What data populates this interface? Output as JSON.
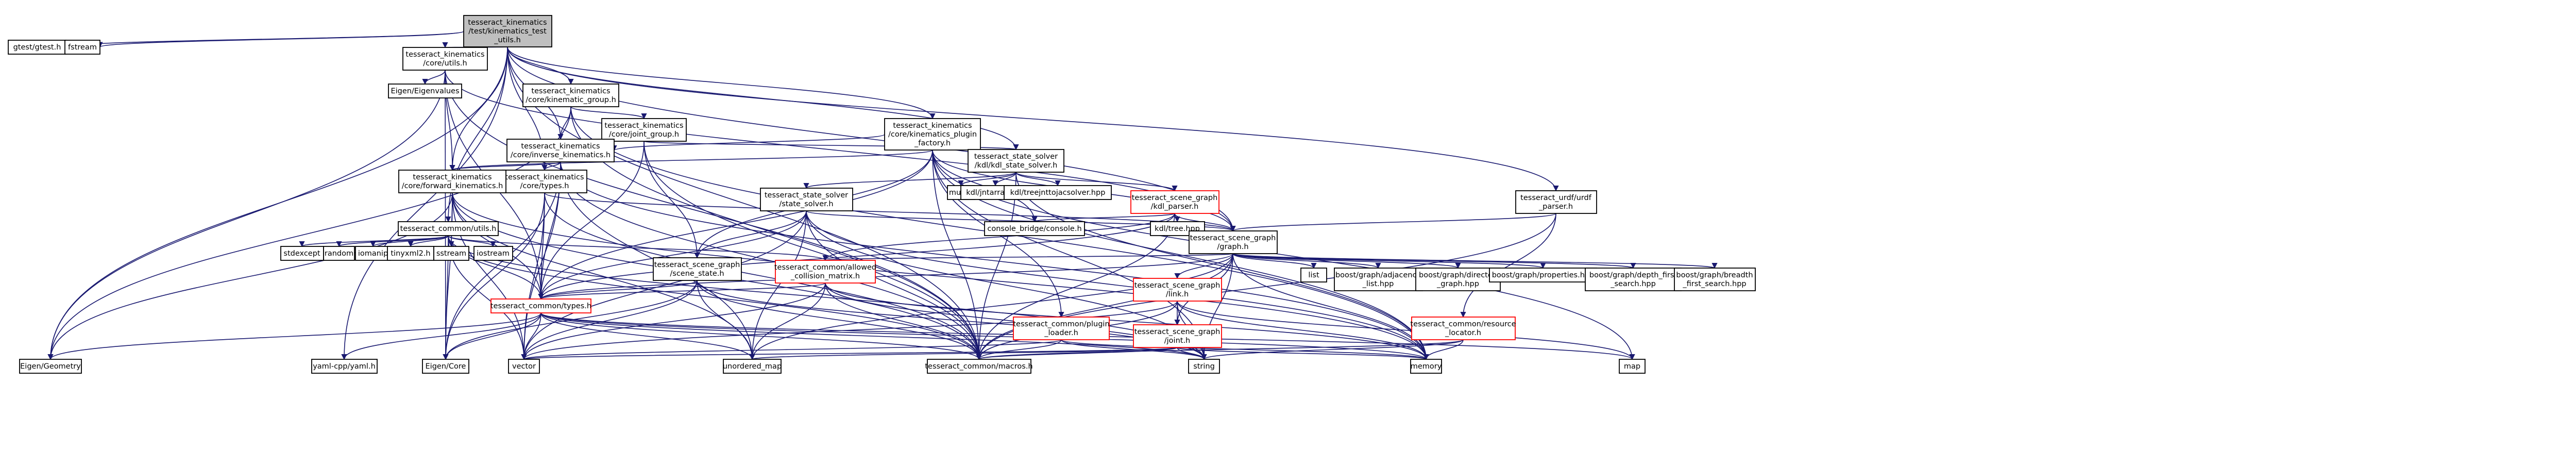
{
  "graph": {
    "root": "tesseract_kinematics/test/kinematics_test_utils.h",
    "style": {
      "edge_color": "#191970",
      "node_border": "#000000",
      "node_fill": "#ffffff",
      "root_fill": "#bfbfbf",
      "unresolved_border": "#ff0000"
    },
    "nodes": [
      {
        "id": "root",
        "lines": [
          "tesseract_kinematics",
          "/test/kinematics_test",
          "_utils.h"
        ],
        "kind": "root"
      },
      {
        "id": "gtest",
        "lines": [
          "gtest/gtest.h"
        ],
        "kind": "external"
      },
      {
        "id": "fstream",
        "lines": [
          "fstream"
        ],
        "kind": "external"
      },
      {
        "id": "core_utils",
        "lines": [
          "tesseract_kinematics",
          "/core/utils.h"
        ],
        "kind": "header"
      },
      {
        "id": "eigen_eigenvalues",
        "lines": [
          "Eigen/Eigenvalues"
        ],
        "kind": "external"
      },
      {
        "id": "kinematic_group",
        "lines": [
          "tesseract_kinematics",
          "/core/kinematic_group.h"
        ],
        "kind": "header"
      },
      {
        "id": "joint_group",
        "lines": [
          "tesseract_kinematics",
          "/core/joint_group.h"
        ],
        "kind": "header"
      },
      {
        "id": "kin_factory",
        "lines": [
          "tesseract_kinematics",
          "/core/kinematics_plugin",
          "_factory.h"
        ],
        "kind": "header"
      },
      {
        "id": "inverse_kin",
        "lines": [
          "tesseract_kinematics",
          "/core/inverse_kinematics.h"
        ],
        "kind": "header"
      },
      {
        "id": "core_types",
        "lines": [
          "tesseract_kinematics",
          "/core/types.h"
        ],
        "kind": "header"
      },
      {
        "id": "forward_kin",
        "lines": [
          "tesseract_kinematics",
          "/core/forward_kinematics.h"
        ],
        "kind": "header"
      },
      {
        "id": "kdl_solver",
        "lines": [
          "tesseract_state_solver",
          "/kdl/kdl_state_solver.h"
        ],
        "kind": "header"
      },
      {
        "id": "mutex",
        "lines": [
          "mutex"
        ],
        "kind": "external"
      },
      {
        "id": "kdl_jntarray",
        "lines": [
          "kdl/jntarray.hpp"
        ],
        "kind": "external"
      },
      {
        "id": "kdl_treejnt",
        "lines": [
          "kdl/treejnttojacsolver.hpp"
        ],
        "kind": "external"
      },
      {
        "id": "kdl_parser",
        "lines": [
          "tesseract_scene_graph",
          "/kdl_parser.h"
        ],
        "kind": "unresolved"
      },
      {
        "id": "state_solver",
        "lines": [
          "tesseract_state_solver",
          "/state_solver.h"
        ],
        "kind": "header"
      },
      {
        "id": "urdf_parser",
        "lines": [
          "tesseract_urdf/urdf",
          "_parser.h"
        ],
        "kind": "header"
      },
      {
        "id": "common_utils",
        "lines": [
          "tesseract_common/utils.h"
        ],
        "kind": "header"
      },
      {
        "id": "console_bridge",
        "lines": [
          "console_bridge/console.h"
        ],
        "kind": "external"
      },
      {
        "id": "kdl_tree",
        "lines": [
          "kdl/tree.hpp"
        ],
        "kind": "external"
      },
      {
        "id": "sg_graph",
        "lines": [
          "tesseract_scene_graph",
          "/graph.h"
        ],
        "kind": "header"
      },
      {
        "id": "sg_scene_state",
        "lines": [
          "tesseract_scene_graph",
          "/scene_state.h"
        ],
        "kind": "header"
      },
      {
        "id": "allowed_collision",
        "lines": [
          "tesseract_common/allowed",
          "_collision_matrix.h"
        ],
        "kind": "unresolved"
      },
      {
        "id": "common_types",
        "lines": [
          "tesseract_common/types.h"
        ],
        "kind": "unresolved"
      },
      {
        "id": "plugin_loader",
        "lines": [
          "tesseract_common/plugin",
          "_loader.h"
        ],
        "kind": "unresolved"
      },
      {
        "id": "resource_locator",
        "lines": [
          "tesseract_common/resource",
          "_locator.h"
        ],
        "kind": "unresolved"
      },
      {
        "id": "sg_link",
        "lines": [
          "tesseract_scene_graph",
          "/link.h"
        ],
        "kind": "unresolved"
      },
      {
        "id": "sg_joint",
        "lines": [
          "tesseract_scene_graph",
          "/joint.h"
        ],
        "kind": "unresolved"
      },
      {
        "id": "stdexcept",
        "lines": [
          "stdexcept"
        ],
        "kind": "external"
      },
      {
        "id": "random",
        "lines": [
          "random"
        ],
        "kind": "external"
      },
      {
        "id": "iomanip",
        "lines": [
          "iomanip"
        ],
        "kind": "external"
      },
      {
        "id": "tinyxml2",
        "lines": [
          "tinyxml2.h"
        ],
        "kind": "external"
      },
      {
        "id": "sstream",
        "lines": [
          "sstream"
        ],
        "kind": "external"
      },
      {
        "id": "iostream",
        "lines": [
          "iostream"
        ],
        "kind": "external"
      },
      {
        "id": "list",
        "lines": [
          "list"
        ],
        "kind": "external"
      },
      {
        "id": "boost_adj",
        "lines": [
          "boost/graph/adjacency",
          "_list.hpp"
        ],
        "kind": "external"
      },
      {
        "id": "boost_directed",
        "lines": [
          "boost/graph/directed",
          "_graph.hpp"
        ],
        "kind": "external"
      },
      {
        "id": "boost_properties",
        "lines": [
          "boost/graph/properties.hpp"
        ],
        "kind": "external"
      },
      {
        "id": "boost_dfs",
        "lines": [
          "boost/graph/depth_first",
          "_search.hpp"
        ],
        "kind": "external"
      },
      {
        "id": "boost_bfs",
        "lines": [
          "boost/graph/breadth",
          "_first_search.hpp"
        ],
        "kind": "external"
      },
      {
        "id": "eigen_geometry",
        "lines": [
          "Eigen/Geometry"
        ],
        "kind": "external"
      },
      {
        "id": "yaml_cpp",
        "lines": [
          "yaml-cpp/yaml.h"
        ],
        "kind": "external"
      },
      {
        "id": "eigen_core",
        "lines": [
          "Eigen/Core"
        ],
        "kind": "external"
      },
      {
        "id": "vector",
        "lines": [
          "vector"
        ],
        "kind": "external"
      },
      {
        "id": "unordered_map",
        "lines": [
          "unordered_map"
        ],
        "kind": "external"
      },
      {
        "id": "macros",
        "lines": [
          "tesseract_common/macros.h"
        ],
        "kind": "external"
      },
      {
        "id": "string",
        "lines": [
          "string"
        ],
        "kind": "external"
      },
      {
        "id": "memory",
        "lines": [
          "memory"
        ],
        "kind": "external"
      },
      {
        "id": "map",
        "lines": [
          "map"
        ],
        "kind": "external"
      }
    ],
    "edges": [
      [
        "root",
        "gtest"
      ],
      [
        "root",
        "fstream"
      ],
      [
        "root",
        "core_utils"
      ],
      [
        "root",
        "kinematic_group"
      ],
      [
        "root",
        "kin_factory"
      ],
      [
        "root",
        "inverse_kin"
      ],
      [
        "root",
        "core_types"
      ],
      [
        "root",
        "forward_kin"
      ],
      [
        "root",
        "kdl_solver"
      ],
      [
        "root",
        "urdf_parser"
      ],
      [
        "root",
        "common_utils"
      ],
      [
        "root",
        "sg_graph"
      ],
      [
        "root",
        "eigen_geometry"
      ],
      [
        "root",
        "yaml_cpp"
      ],
      [
        "root",
        "macros"
      ],
      [
        "core_utils",
        "eigen_eigenvalues"
      ],
      [
        "core_utils",
        "forward_kin"
      ],
      [
        "core_utils",
        "common_types"
      ],
      [
        "core_utils",
        "sg_graph"
      ],
      [
        "core_utils",
        "eigen_core"
      ],
      [
        "core_utils",
        "eigen_geometry"
      ],
      [
        "core_utils",
        "macros"
      ],
      [
        "kinematic_group",
        "joint_group"
      ],
      [
        "kinematic_group",
        "inverse_kin"
      ],
      [
        "kinematic_group",
        "eigen_geometry"
      ],
      [
        "kinematic_group",
        "macros"
      ],
      [
        "kinematic_group",
        "memory"
      ],
      [
        "joint_group",
        "kdl_solver"
      ],
      [
        "joint_group",
        "sg_scene_state"
      ],
      [
        "joint_group",
        "common_types"
      ],
      [
        "joint_group",
        "macros"
      ],
      [
        "kin_factory",
        "inverse_kin"
      ],
      [
        "kin_factory",
        "forward_kin"
      ],
      [
        "kin_factory",
        "sg_graph"
      ],
      [
        "kin_factory",
        "sg_scene_state"
      ],
      [
        "kin_factory",
        "plugin_loader"
      ],
      [
        "kin_factory",
        "common_types"
      ],
      [
        "kin_factory",
        "console_bridge"
      ],
      [
        "kin_factory",
        "macros"
      ],
      [
        "kin_factory",
        "memory"
      ],
      [
        "kin_factory",
        "map"
      ],
      [
        "kin_factory",
        "string"
      ],
      [
        "inverse_kin",
        "core_types"
      ],
      [
        "inverse_kin",
        "forward_kin"
      ],
      [
        "inverse_kin",
        "common_types"
      ],
      [
        "inverse_kin",
        "eigen_core"
      ],
      [
        "inverse_kin",
        "vector"
      ],
      [
        "inverse_kin",
        "unordered_map"
      ],
      [
        "inverse_kin",
        "memory"
      ],
      [
        "inverse_kin",
        "macros"
      ],
      [
        "core_types",
        "sg_graph"
      ],
      [
        "core_types",
        "common_types"
      ],
      [
        "core_types",
        "vector"
      ],
      [
        "core_types",
        "eigen_core"
      ],
      [
        "core_types",
        "macros"
      ],
      [
        "forward_kin",
        "common_types"
      ],
      [
        "forward_kin",
        "eigen_geometry"
      ],
      [
        "forward_kin",
        "eigen_core"
      ],
      [
        "forward_kin",
        "vector"
      ],
      [
        "forward_kin",
        "unordered_map"
      ],
      [
        "forward_kin",
        "memory"
      ],
      [
        "forward_kin",
        "macros"
      ],
      [
        "forward_kin",
        "sstream"
      ],
      [
        "kdl_solver",
        "mutex"
      ],
      [
        "kdl_solver",
        "kdl_jntarray"
      ],
      [
        "kdl_solver",
        "kdl_treejnt"
      ],
      [
        "kdl_solver",
        "kdl_parser"
      ],
      [
        "kdl_solver",
        "state_solver"
      ],
      [
        "kdl_solver",
        "macros"
      ],
      [
        "kdl_solver",
        "memory"
      ],
      [
        "kdl_parser",
        "console_bridge"
      ],
      [
        "kdl_parser",
        "kdl_tree"
      ],
      [
        "kdl_parser",
        "sg_graph"
      ],
      [
        "kdl_parser",
        "allowed_collision"
      ],
      [
        "kdl_parser",
        "common_types"
      ],
      [
        "kdl_parser",
        "macros"
      ],
      [
        "state_solver",
        "sg_graph"
      ],
      [
        "state_solver",
        "sg_scene_state"
      ],
      [
        "state_solver",
        "common_types"
      ],
      [
        "state_solver",
        "vector"
      ],
      [
        "state_solver",
        "unordered_map"
      ],
      [
        "state_solver",
        "macros"
      ],
      [
        "state_solver",
        "memory"
      ],
      [
        "state_solver",
        "string"
      ],
      [
        "urdf_parser",
        "sg_graph"
      ],
      [
        "urdf_parser",
        "resource_locator"
      ],
      [
        "urdf_parser",
        "macros"
      ],
      [
        "common_utils",
        "stdexcept"
      ],
      [
        "common_utils",
        "random"
      ],
      [
        "common_utils",
        "iomanip"
      ],
      [
        "common_utils",
        "tinyxml2"
      ],
      [
        "common_utils",
        "sstream"
      ],
      [
        "common_utils",
        "iostream"
      ],
      [
        "common_utils",
        "allowed_collision"
      ],
      [
        "common_utils",
        "common_types"
      ],
      [
        "common_utils",
        "eigen_core"
      ],
      [
        "common_utils",
        "vector"
      ],
      [
        "common_utils",
        "string"
      ],
      [
        "common_utils",
        "macros"
      ],
      [
        "sg_graph",
        "list"
      ],
      [
        "sg_graph",
        "boost_adj"
      ],
      [
        "sg_graph",
        "boost_directed"
      ],
      [
        "sg_graph",
        "boost_properties"
      ],
      [
        "sg_graph",
        "boost_dfs"
      ],
      [
        "sg_graph",
        "boost_bfs"
      ],
      [
        "sg_graph",
        "sg_link"
      ],
      [
        "sg_graph",
        "sg_joint"
      ],
      [
        "sg_graph",
        "allowed_collision"
      ],
      [
        "sg_graph",
        "common_types"
      ],
      [
        "sg_graph",
        "macros"
      ],
      [
        "sg_graph",
        "string"
      ],
      [
        "sg_graph",
        "unordered_map"
      ],
      [
        "sg_graph",
        "memory"
      ],
      [
        "sg_scene_state",
        "common_types"
      ],
      [
        "sg_scene_state",
        "eigen_core"
      ],
      [
        "sg_scene_state",
        "vector"
      ],
      [
        "sg_scene_state",
        "unordered_map"
      ],
      [
        "sg_scene_state",
        "macros"
      ],
      [
        "sg_scene_state",
        "string"
      ],
      [
        "allowed_collision",
        "common_types"
      ],
      [
        "allowed_collision",
        "vector"
      ],
      [
        "allowed_collision",
        "unordered_map"
      ],
      [
        "allowed_collision",
        "string"
      ],
      [
        "allowed_collision",
        "memory"
      ],
      [
        "allowed_collision",
        "macros"
      ],
      [
        "common_types",
        "eigen_geometry"
      ],
      [
        "common_types",
        "eigen_core"
      ],
      [
        "common_types",
        "yaml_cpp"
      ],
      [
        "common_types",
        "vector"
      ],
      [
        "common_types",
        "unordered_map"
      ],
      [
        "common_types",
        "macros"
      ],
      [
        "common_types",
        "string"
      ],
      [
        "common_types",
        "memory"
      ],
      [
        "common_types",
        "map"
      ],
      [
        "plugin_loader",
        "vector"
      ],
      [
        "plugin_loader",
        "macros"
      ],
      [
        "plugin_loader",
        "string"
      ],
      [
        "plugin_loader",
        "memory"
      ],
      [
        "resource_locator",
        "macros"
      ],
      [
        "resource_locator",
        "memory"
      ],
      [
        "resource_locator",
        "string"
      ],
      [
        "sg_link",
        "sg_joint"
      ],
      [
        "sg_link",
        "vector"
      ],
      [
        "sg_link",
        "macros"
      ],
      [
        "sg_link",
        "string"
      ],
      [
        "sg_link",
        "memory"
      ],
      [
        "sg_link",
        "map"
      ],
      [
        "sg_joint",
        "vector"
      ],
      [
        "sg_joint",
        "unordered_map"
      ],
      [
        "sg_joint",
        "macros"
      ],
      [
        "sg_joint",
        "string"
      ],
      [
        "sg_joint",
        "memory"
      ]
    ]
  }
}
